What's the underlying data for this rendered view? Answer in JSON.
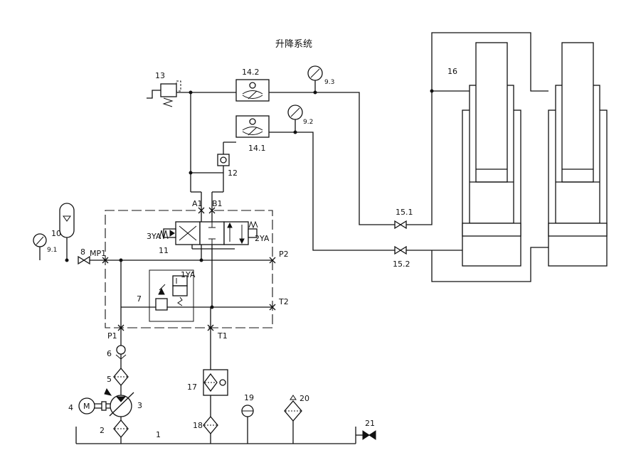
{
  "title": "升降系统",
  "labels": {
    "motor": "M",
    "n1": "1",
    "n2": "2",
    "n3": "3",
    "n4": "4",
    "n5": "5",
    "n6": "6",
    "n7": "7",
    "n8": "8",
    "n9_1": "9.1",
    "n9_2": "9.2",
    "n9_3": "9.3",
    "n10": "10",
    "n11": "11",
    "n12": "12",
    "n13": "13",
    "n14_1": "14.1",
    "n14_2": "14.2",
    "n15_1": "15.1",
    "n15_2": "15.2",
    "n16": "16",
    "n17": "17",
    "n18": "18",
    "n19": "19",
    "n20": "20",
    "n21": "21",
    "a1": "A1",
    "b1": "B1",
    "mp1": "MP1",
    "p1": "P1",
    "p2": "P2",
    "t1": "T1",
    "t2": "T2",
    "ya1": "1YA",
    "ya2": "2YA",
    "ya3": "3YA"
  }
}
